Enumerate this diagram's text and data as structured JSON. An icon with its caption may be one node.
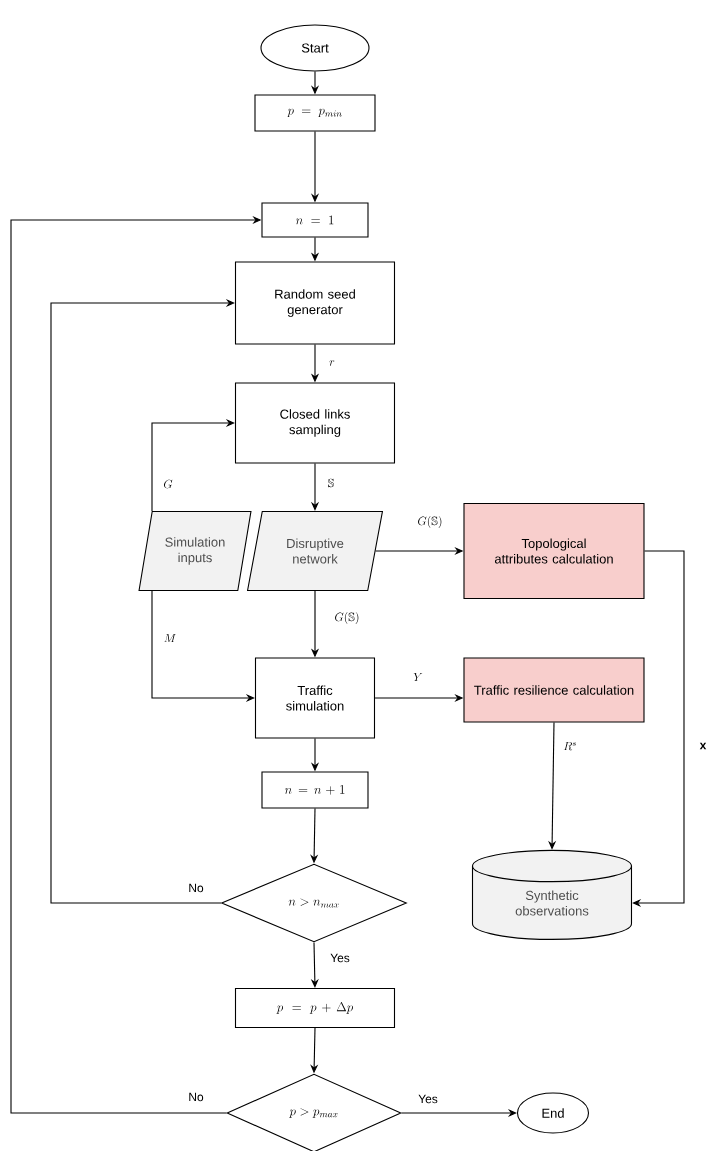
{
  "diagram": {
    "nodes": [
      {
        "text": [
          "Start"
        ]
      },
      {
        "text": [
          "p = p_{min}"
        ]
      },
      {
        "text": [
          "n = 1"
        ]
      },
      {
        "text": [
          "Random seed generator"
        ]
      },
      {
        "text": [
          "Closed links sampling"
        ]
      },
      {
        "text": [
          "Simulation inputs"
        ]
      },
      {
        "text": [
          "Disruptive network"
        ]
      },
      {
        "text": [
          "Topological attributes calculation"
        ]
      },
      {
        "text": [
          "Traffic simulation"
        ]
      },
      {
        "text": [
          "Traffic resilience calculation"
        ]
      },
      {
        "text": [
          "n = n + 1"
        ]
      },
      {
        "text": [
          "n > n_{max}"
        ]
      },
      {
        "text": [
          "Synthetic observations"
        ]
      },
      {
        "text": [
          "p = p + \\Delta p"
        ]
      },
      {
        "text": [
          "p > p_{max}"
        ]
      },
      {
        "text": [
          "End"
        ]
      }
    ],
    "edges": [
      {
        "from": 0,
        "to": 1,
        "arrow": "to"
      },
      {
        "from": 1,
        "to": 2,
        "arrow": "to"
      },
      {
        "from": 2,
        "to": 3,
        "arrow": "to"
      },
      {
        "from": 3,
        "to": 4,
        "arrow": "to",
        "label": "r"
      },
      {
        "from": 4,
        "to": 6,
        "arrow": "to",
        "label": "\\mathbb{S}"
      },
      {
        "from": 5,
        "to": 4,
        "arrow": "to",
        "label": "G"
      },
      {
        "from": 5,
        "to": 8,
        "arrow": "to",
        "label": "M"
      },
      {
        "from": 6,
        "to": 7,
        "arrow": "to",
        "label": "G(\\mathbb{S})"
      },
      {
        "from": 6,
        "to": 8,
        "arrow": "to",
        "label": "G(\\mathbb{S})"
      },
      {
        "from": 8,
        "to": 9,
        "arrow": "to",
        "label": "Y"
      },
      {
        "from": 9,
        "to": 12,
        "arrow": "to",
        "label": "R^s"
      },
      {
        "from": 7,
        "to": 12,
        "arrow": "to",
        "label": "\\mathbf{x}"
      },
      {
        "from": 8,
        "to": 10,
        "arrow": "to"
      },
      {
        "from": 10,
        "to": 11,
        "arrow": "to"
      },
      {
        "from": 11,
        "to": 3,
        "arrow": "to",
        "label": "No"
      },
      {
        "from": 11,
        "to": 13,
        "arrow": "to",
        "label": "Yes"
      },
      {
        "from": 13,
        "to": 14,
        "arrow": "to"
      },
      {
        "from": 14,
        "to": 2,
        "arrow": "to",
        "label": "No"
      },
      {
        "from": 14,
        "to": 15,
        "arrow": "to",
        "label": "Yes"
      }
    ]
  }
}
